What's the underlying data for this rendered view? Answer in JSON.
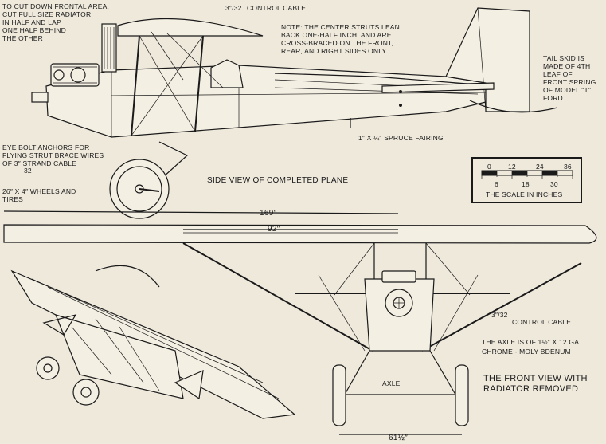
{
  "notes": {
    "radiator": [
      "TO CUT DOWN FRONTAL AREA,",
      "CUT FULL SIZE RADIATOR",
      "IN HALF AND LAP",
      "ONE HALF BEHIND",
      "THE OTHER"
    ],
    "control_cable_top_frac": "3″/32",
    "control_cable_top": "CONTROL CABLE",
    "struts": [
      "NOTE: THE CENTER STRUTS LEAN",
      "BACK ONE-HALF INCH, AND ARE",
      "CROSS-BRACED ON THE FRONT,",
      "REAR, AND RIGHT SIDES ONLY"
    ],
    "tail_skid": [
      "TAIL SKID IS",
      "MADE OF 4TH",
      "LEAF OF",
      "FRONT SPRING",
      "OF MODEL \"T\"",
      "FORD"
    ],
    "fairing": "1″ X ¼″ SPRUCE FAIRING",
    "eyebolt": [
      "EYE BOLT ANCHORS FOR",
      "FLYING STRUT BRACE WIRES",
      "OF 3″ STRAND CABLE",
      "32"
    ],
    "wheels": [
      "26″ X 4″ WHEELS AND",
      "TIRES"
    ],
    "side_view": "SIDE VIEW OF COMPLETED PLANE",
    "control_cable_front_frac": "3″/32",
    "control_cable_front": "CONTROL CABLE",
    "axle_note": [
      "THE AXLE IS OF 1½″ X 12 GA.",
      "CHROME - MOLY BDENUM"
    ],
    "axle": "AXLE",
    "front_view": [
      "THE FRONT VIEW WITH",
      "RADIATOR REMOVED"
    ]
  },
  "dimensions": {
    "span": "169″",
    "inner": "92″",
    "track": "61½″"
  },
  "scale": {
    "top_ticks": [
      "0",
      "12",
      "24",
      "36"
    ],
    "bottom_ticks": [
      "6",
      "18",
      "30"
    ],
    "caption": "THE SCALE IN INCHES"
  },
  "colors": {
    "paper": "#efe9dc",
    "ink": "#1a1a1a"
  }
}
